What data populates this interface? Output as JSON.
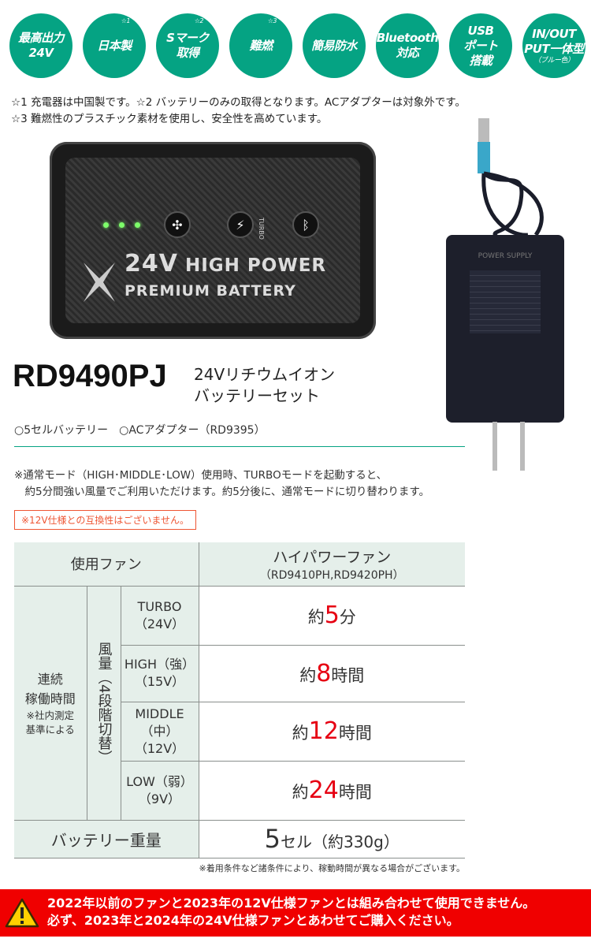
{
  "badges": [
    {
      "lines": [
        "最高出力",
        "24V"
      ],
      "sup": ""
    },
    {
      "lines": [
        "日本製"
      ],
      "sup": "☆1"
    },
    {
      "lines": [
        "Sマーク",
        "取得"
      ],
      "sup": "☆2"
    },
    {
      "lines": [
        "難燃"
      ],
      "sup": "☆3"
    },
    {
      "lines": [
        "簡易防水"
      ],
      "sup": ""
    },
    {
      "lines": [
        "Bluetooth",
        "対応"
      ],
      "sup": ""
    },
    {
      "lines": [
        "USB",
        "ポート",
        "搭載"
      ],
      "sup": ""
    },
    {
      "lines": [
        "IN/OUT",
        "PUT一体型"
      ],
      "sup": "",
      "small": "（ブルー色）"
    }
  ],
  "notes": [
    "☆1 充電器は中国製です。☆2 バッテリーのみの取得となります。ACアダプターは対象外です。",
    "☆3 難燃性のプラスチック素材を使用し、安全性を高めています。"
  ],
  "battery": {
    "line1_big": "24V",
    "line1": " HIGH POWER",
    "line2": "PREMIUM BATTERY",
    "turbo": "TURBO"
  },
  "adapter": {
    "label": "POWER SUPPLY"
  },
  "product": {
    "model": "RD9490PJ",
    "subtitle": [
      "24Vリチウムイオン",
      "バッテリーセット"
    ],
    "contents": "○5セルバッテリー　○ACアダプター（RD9395）"
  },
  "mode_note": [
    "※通常モード（HIGH･MIDDLE･LOW）使用時、TURBOモードを起動すると、",
    "　約5分間強い風量でご利用いただけます。約5分後に、通常モードに切り替わります。"
  ],
  "compat_warning": "※12V仕様との互換性はございません。",
  "table": {
    "fan_label": "使用ファン",
    "fan_name": "ハイパワーファン",
    "fan_models": "（RD9410PH,RD9420PH）",
    "runtime_label": [
      "連続",
      "稼働時間"
    ],
    "runtime_note": [
      "※社内測定",
      "基準による"
    ],
    "wind_label": "風量（4段階切替）",
    "rows": [
      {
        "mode": [
          "TURBO",
          "（24V）"
        ],
        "pre": "約",
        "num": "5",
        "unit": "分"
      },
      {
        "mode": [
          "HIGH（強）",
          "（15V）"
        ],
        "pre": "約",
        "num": "8",
        "unit": "時間"
      },
      {
        "mode": [
          "MIDDLE",
          "（中）",
          "（12V）"
        ],
        "pre": "約",
        "num": "12",
        "unit": "時間"
      },
      {
        "mode": [
          "LOW（弱）",
          "（9V）"
        ],
        "pre": "約",
        "num": "24",
        "unit": "時間"
      }
    ],
    "weight_label": "バッテリー重量",
    "weight_num": "5",
    "weight_rest": "セル（約330g）"
  },
  "footnote": "※着用条件など諸条件により、稼動時間が異なる場合がございます。",
  "banner": [
    "2022年以前のファンと2023年の12V仕様ファンとは組み合わせて使用できません。",
    "必ず、2023年と2024年の24V仕様ファンとあわせてご購入ください。"
  ],
  "colors": {
    "badge": "#05a383",
    "banner": "#f00000",
    "accent_red": "#e60012",
    "table_header": "#e5efea"
  }
}
